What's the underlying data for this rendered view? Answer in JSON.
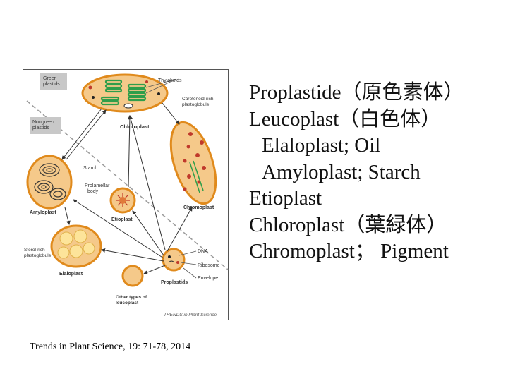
{
  "caption": "Trends in Plant Science, 19: 71-78, 2014",
  "list": [
    {
      "text": "Proplastide（原色素体）",
      "indent": false
    },
    {
      "text": "Leucoplast（白色体）",
      "indent": false
    },
    {
      "text": "Elaloplast; Oil",
      "indent": true
    },
    {
      "text": "Amyloplast; Starch",
      "indent": true
    },
    {
      "text": "Etioplast",
      "indent": false
    },
    {
      "text": "Chloroplast（葉緑体）",
      "indent": false
    },
    {
      "text": "Chromoplast； Pigment",
      "indent": false
    }
  ],
  "figure": {
    "region_green": "Green plastids",
    "region_nongreen": "Nongreen plastids",
    "labels": {
      "thylakoids": "Thylakoids",
      "carotenoid": "Carotenoid-rich plastoglobule",
      "chloroplast": "Chloroplast",
      "starch": "Starch",
      "prolamellar": "Prolamellar body",
      "amyloplast": "Amyloplast",
      "etioplast": "Etioplast",
      "chromoplast": "Chromoplast",
      "sterol": "Sterol-rich plastoglobule",
      "elaioplast": "Elaioplast",
      "dna": "DNA",
      "ribosome": "Ribosome",
      "envelope": "Envelope",
      "proplastids": "Proplastids",
      "other": "Other types of leucoplast",
      "credit": "TRENDS in Plant Science"
    }
  },
  "colors": {
    "plastid_fill": "#f5c98a",
    "plastid_edge": "#e08a1c",
    "thylakoid": "#2e9e4a",
    "red_dot": "#c0392b",
    "label_box": "#c8c8c8"
  }
}
